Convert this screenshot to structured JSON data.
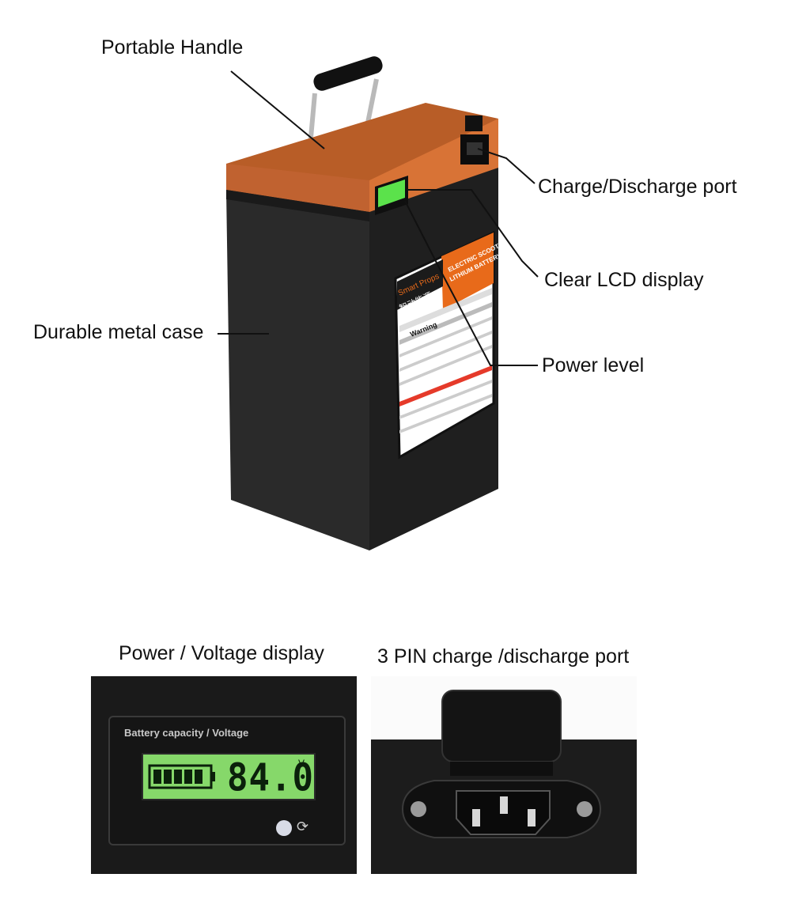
{
  "callouts": {
    "portable_handle": "Portable Handle",
    "charge_port": "Charge/Discharge port",
    "lcd_display": "Clear LCD display",
    "metal_case": "Durable metal case",
    "power_level": "Power level"
  },
  "product_label": {
    "brand": "Smart Props",
    "brand_cn": "智动能源",
    "product_line1": "ELECTRIC SCOOTER",
    "product_line2": "LITHIUM BATTERY",
    "warning": "Warning"
  },
  "bottom": {
    "lcd_caption": "Power / Voltage display",
    "port_caption": "3 PIN charge /discharge port",
    "lcd_title": "Battery capacity / Voltage",
    "lcd_reading": "84.0",
    "lcd_unit": "V"
  },
  "colors": {
    "lid": "#c8672f",
    "case": "#262626",
    "lcd_green": "#86d86a",
    "label_orange": "#e86a1a"
  }
}
